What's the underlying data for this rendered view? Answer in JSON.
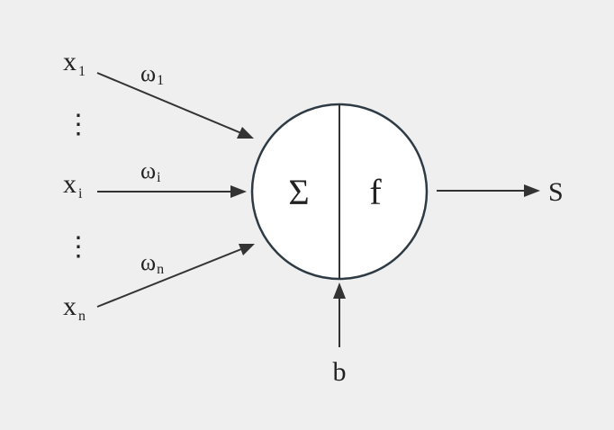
{
  "inputs": [
    {
      "var": "x",
      "sub": "1",
      "weight_symbol": "ω",
      "weight_sub": "1"
    },
    {
      "var": "x",
      "sub": "i",
      "weight_symbol": "ω",
      "weight_sub": "i"
    },
    {
      "var": "x",
      "sub": "n",
      "weight_symbol": "ω",
      "weight_sub": "n"
    }
  ],
  "ellipsis": "⋮",
  "neuron": {
    "sum_symbol": "Σ",
    "activation_symbol": "f"
  },
  "bias_label": "b",
  "output_label": "S",
  "colors": {
    "background": "#efefef",
    "stroke": "#333333",
    "node_fill": "#ffffff",
    "text": "#222222"
  }
}
